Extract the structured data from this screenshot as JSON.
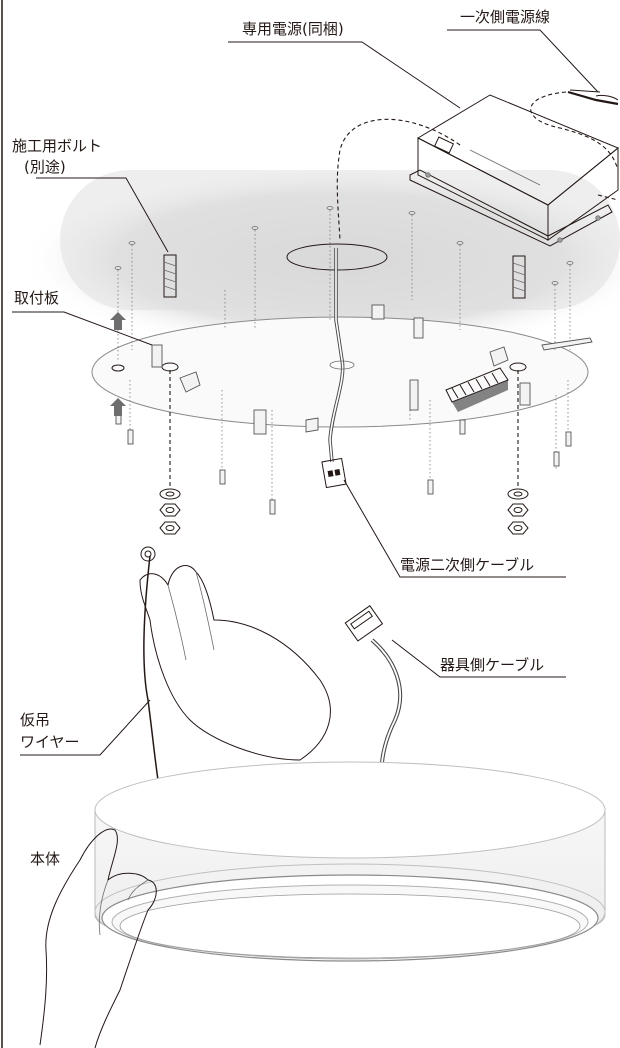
{
  "labels": {
    "primary_power_line": "一次側電源線",
    "dedicated_power_supply": "専用電源(同梱)",
    "construction_bolt_line1": "施工用ボルト",
    "construction_bolt_line2": "(別途)",
    "mounting_plate": "取付板",
    "power_secondary_cable": "電源二次側ケーブル",
    "fixture_cable": "器具側ケーブル",
    "temp_wire_line1": "仮吊",
    "temp_wire_line2": "ワイヤー",
    "main_body": "本体"
  },
  "colors": {
    "ink": "#231815",
    "ceiling_shadow": "#d9d9d9",
    "arrow": "#6e6e6e"
  }
}
